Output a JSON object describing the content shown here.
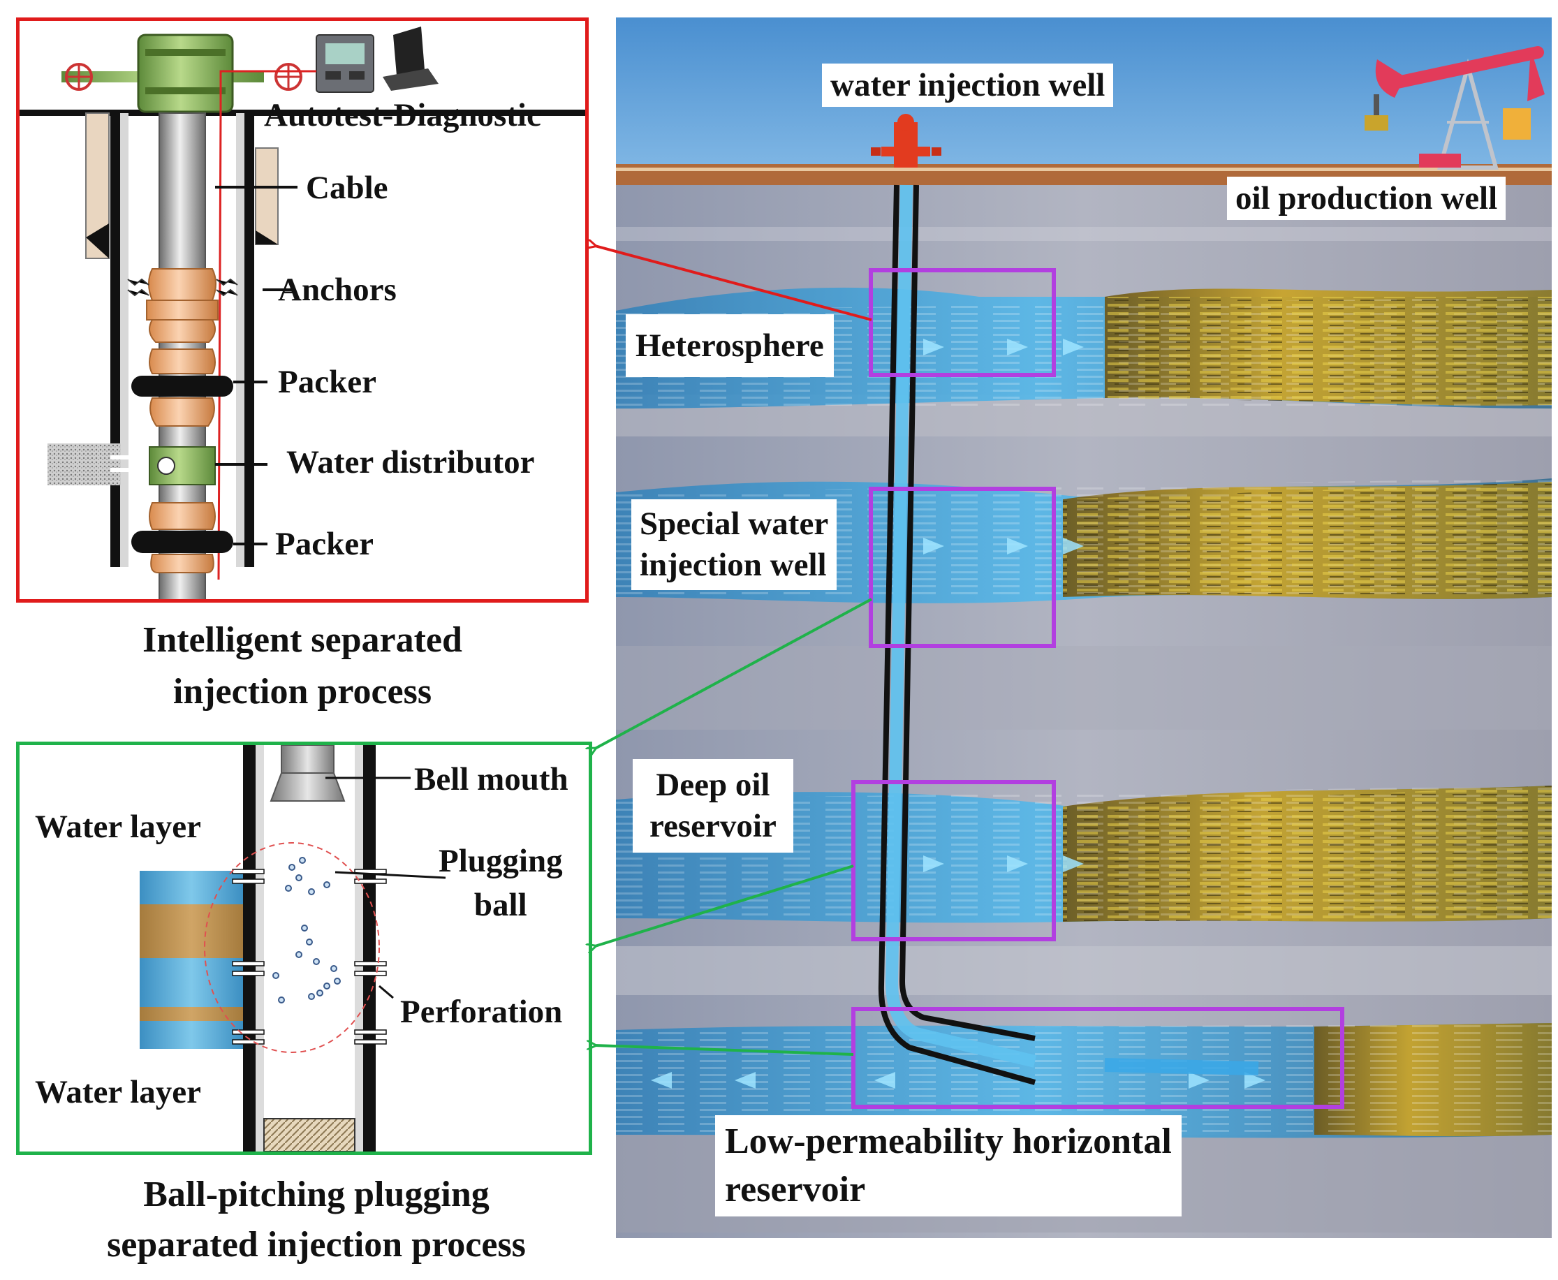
{
  "top_panel": {
    "labels": {
      "autotest": "Autotest-Diagnostic",
      "cable": "Cable",
      "anchors": "Anchors",
      "packer_upper": "Packer",
      "water_distributor": "Water distributor",
      "packer_lower": "Packer"
    },
    "caption_line1": "Intelligent  separated",
    "caption_line2": "injection process",
    "frame_color": "#e01b1b"
  },
  "bottom_panel": {
    "labels": {
      "bell_mouth": "Bell mouth",
      "water_layer_top": "Water layer",
      "plugging_ball_line1": "Plugging",
      "plugging_ball_line2": "ball",
      "perforation": "Perforation",
      "water_layer_bottom": "Water layer"
    },
    "caption_line1": "Ball-pitching plugging",
    "caption_line2": "separated injection process",
    "frame_color": "#1fb24a"
  },
  "scene": {
    "labels": {
      "water_injection_well": "water injection well",
      "oil_production_well": "oil production well",
      "heterosphere": "Heterosphere",
      "special_line1": "Special water",
      "special_line2": "injection well",
      "deep_line1": "Deep oil",
      "deep_line2": "reservoir",
      "lowperm_line1": "Low-permeability horizontal",
      "lowperm_line2": "reservoir"
    },
    "highlight_color": "#b23fe0",
    "sky_color": "#4a8fd0",
    "water_color": "#4fb8ec",
    "oil_color": "#c9a42c"
  }
}
